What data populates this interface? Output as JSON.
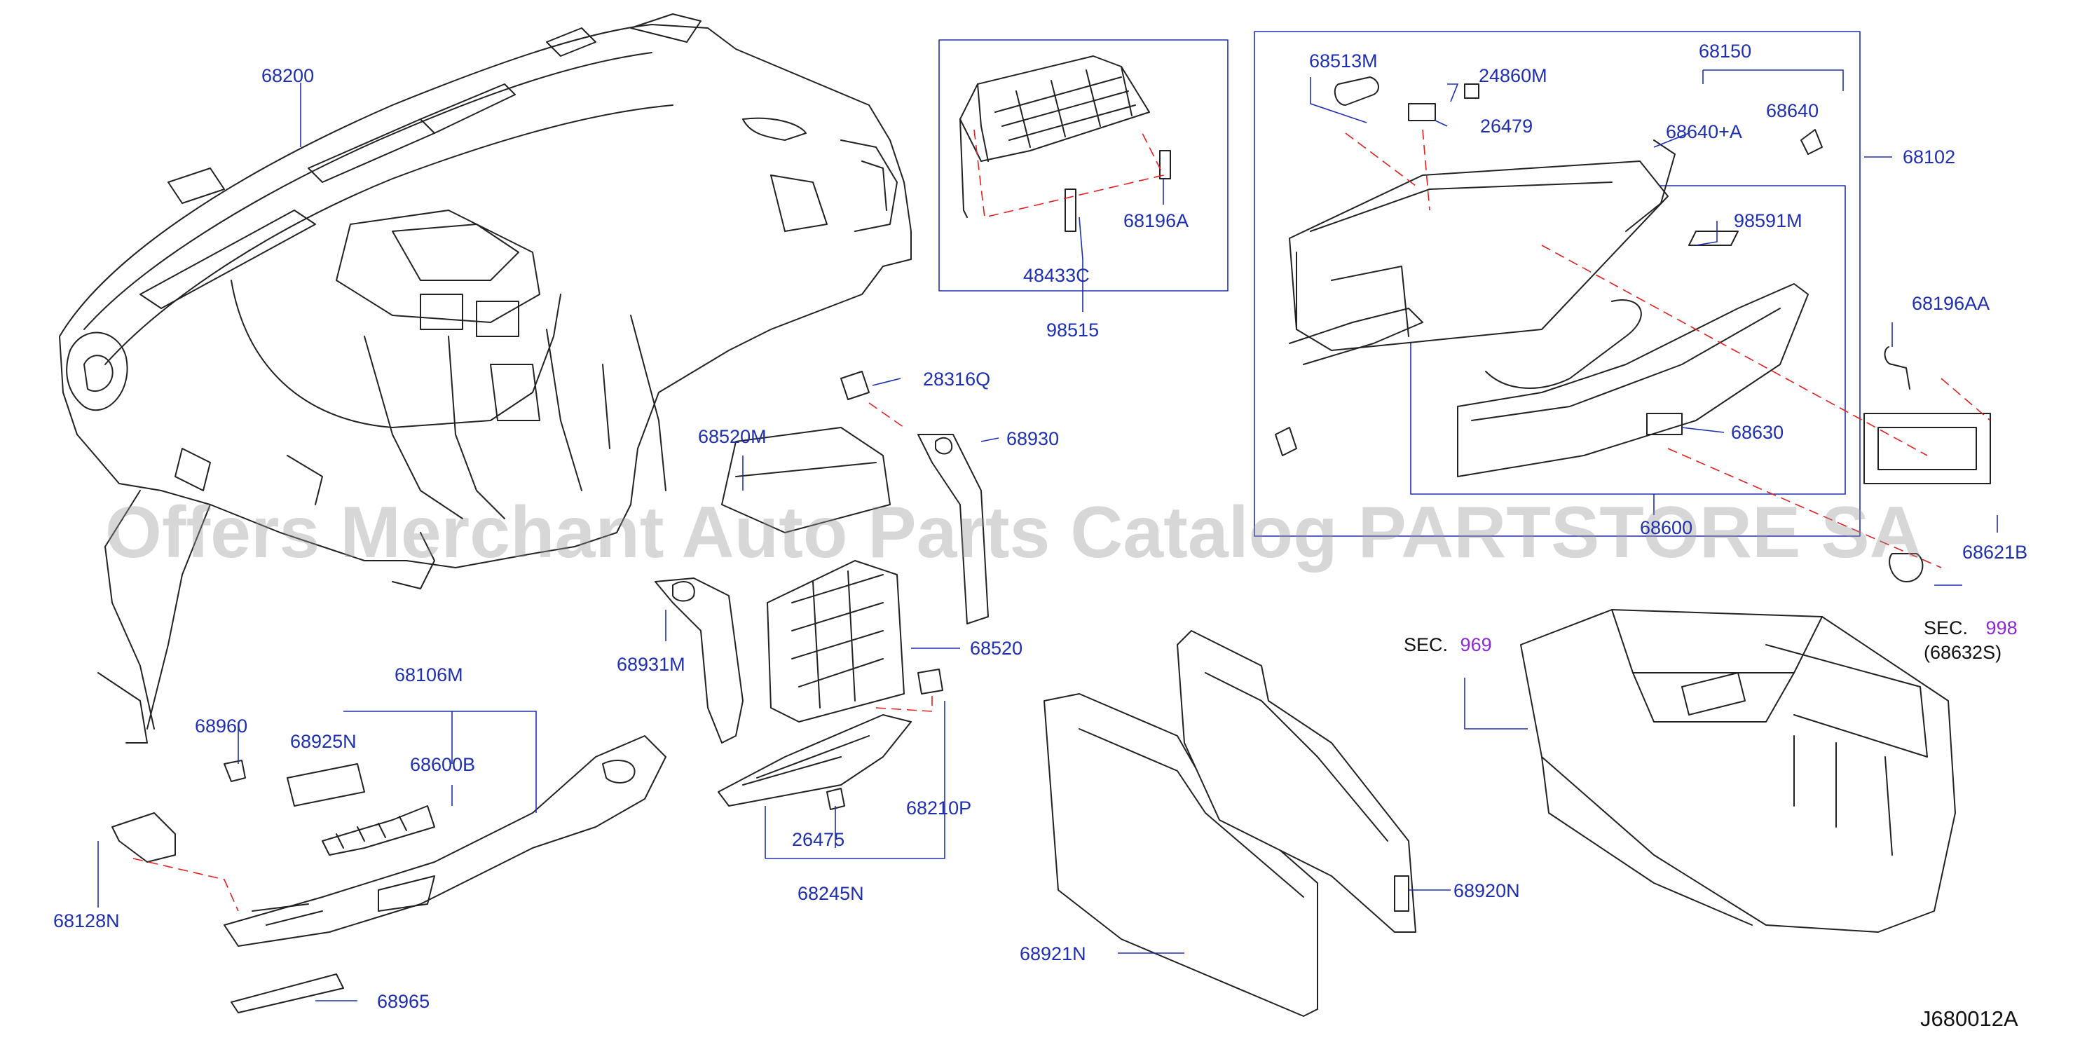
{
  "diagram": {
    "code": "J680012A",
    "watermark": "Offers Merchant Auto Parts Catalog PARTSTORE SA"
  },
  "parts": {
    "p68200": "68200",
    "p98515": "98515",
    "p48433C": "48433C",
    "p68196A": "68196A",
    "p68513M": "68513M",
    "p24860M": "24860M",
    "p26479": "26479",
    "p68150": "68150",
    "p68640": "68640",
    "p68640A": "68640+A",
    "p68102": "68102",
    "p98591M": "98591M",
    "p68630": "68630",
    "p68600": "68600",
    "p68196AA": "68196AA",
    "p68621B": "68621B",
    "p28316Q": "28316Q",
    "p68520M": "68520M",
    "p68930": "68930",
    "p68931M": "68931M",
    "p68520": "68520",
    "p68106M": "68106M",
    "p68960": "68960",
    "p68925N": "68925N",
    "p68600B": "68600B",
    "p68128N": "68128N",
    "p68965": "68965",
    "p26475": "26475",
    "p68210P": "68210P",
    "p68245N": "68245N",
    "p68920N": "68920N",
    "p68921N": "68921N",
    "p68632S": "(68632S)"
  },
  "sections": {
    "sec969": {
      "prefix": "SEC.",
      "number": "969"
    },
    "sec998": {
      "prefix": "SEC.",
      "number": "998"
    }
  },
  "colors": {
    "label": "#1e2fb0",
    "section_number": "#8a2bd6",
    "leader": "#1e2fb0",
    "dashed_leader": "#e02020",
    "outline": "#222222"
  }
}
